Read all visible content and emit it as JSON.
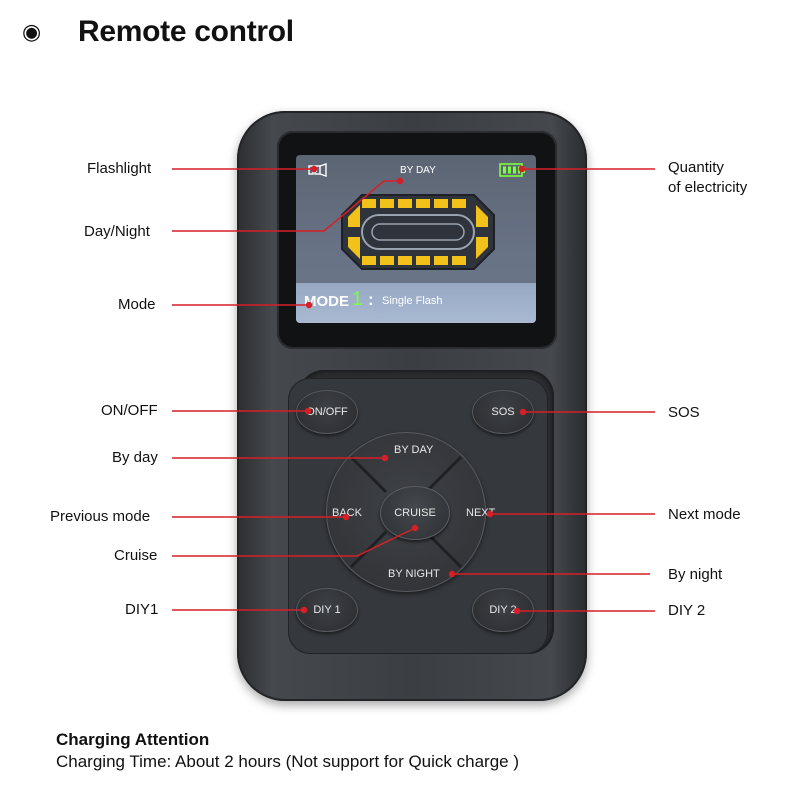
{
  "header": {
    "bullet": "◉",
    "title": "Remote control"
  },
  "screen": {
    "top_label": "BY DAY",
    "mode_word": "MODE",
    "mode_number": "1",
    "mode_sep": ":",
    "mode_name": "Single Flash"
  },
  "keys": {
    "on_off": "ON/OFF",
    "sos": "SOS",
    "by_day": "BY DAY",
    "back": "BACK",
    "cruise": "CRUISE",
    "next": "NEXT",
    "by_night": "BY NIGHT",
    "diy1": "DIY 1",
    "diy2": "DIY 2"
  },
  "callouts_left": {
    "flashlight": "Flashlight",
    "day_night": "Day/Night",
    "mode": "Mode",
    "on_off": "ON/OFF",
    "by_day": "By day",
    "previous_mode": "Previous mode",
    "cruise": "Cruise",
    "diy1": "DIY1"
  },
  "callouts_right": {
    "quantity_line1": "Quantity",
    "quantity_line2": "of electricity",
    "sos": "SOS",
    "next_mode": "Next mode",
    "by_night": "By night",
    "diy2": "DIY 2"
  },
  "footer": {
    "heading": "Charging Attention",
    "text": "Charging Time: About 2 hours  (Not support for Quick charge )"
  },
  "colors": {
    "leader_line": "#d71f27",
    "lcd_green": "#7cff3a",
    "lcd_yellow": "#f3c21a",
    "device_body": "#3b3e42"
  }
}
